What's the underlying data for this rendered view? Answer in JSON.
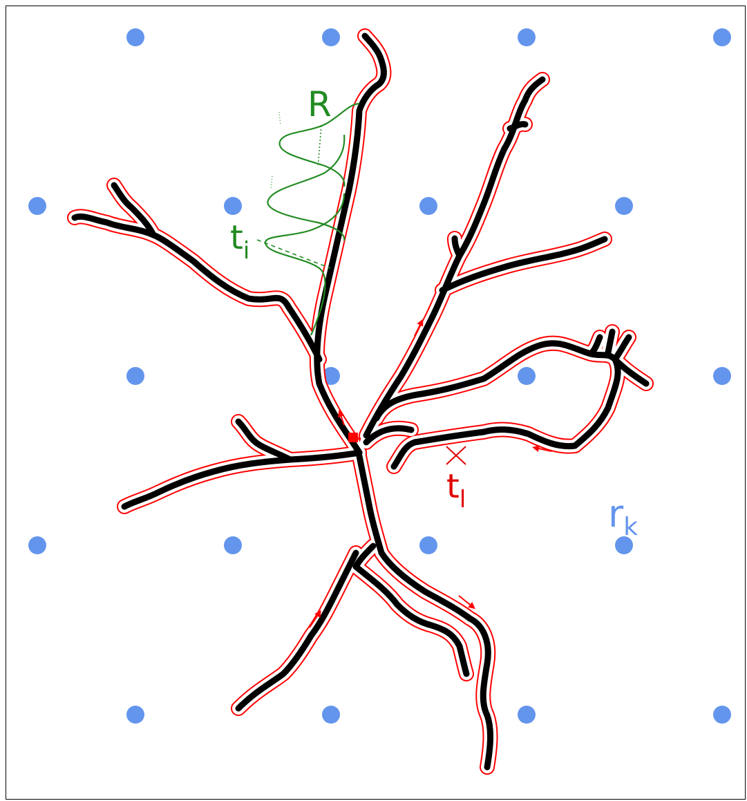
{
  "labels": {
    "R": "R",
    "t_letter": "t",
    "t_i_sub": "i",
    "t_l_sub": "l",
    "r_letter": "r",
    "r_k_sub": "k"
  },
  "colors": {
    "grid_point": "#6495ED",
    "envelope": "#ff0000",
    "neuron": "#000000",
    "kernel": "#228B22",
    "tl_label": "#e00000"
  },
  "grid": {
    "rows": [
      {
        "offset": "odd",
        "count": 4
      },
      {
        "offset": "even",
        "count": 4
      },
      {
        "offset": "odd",
        "count": 4
      },
      {
        "offset": "even",
        "count": 4
      },
      {
        "offset": "odd",
        "count": 4
      }
    ]
  }
}
